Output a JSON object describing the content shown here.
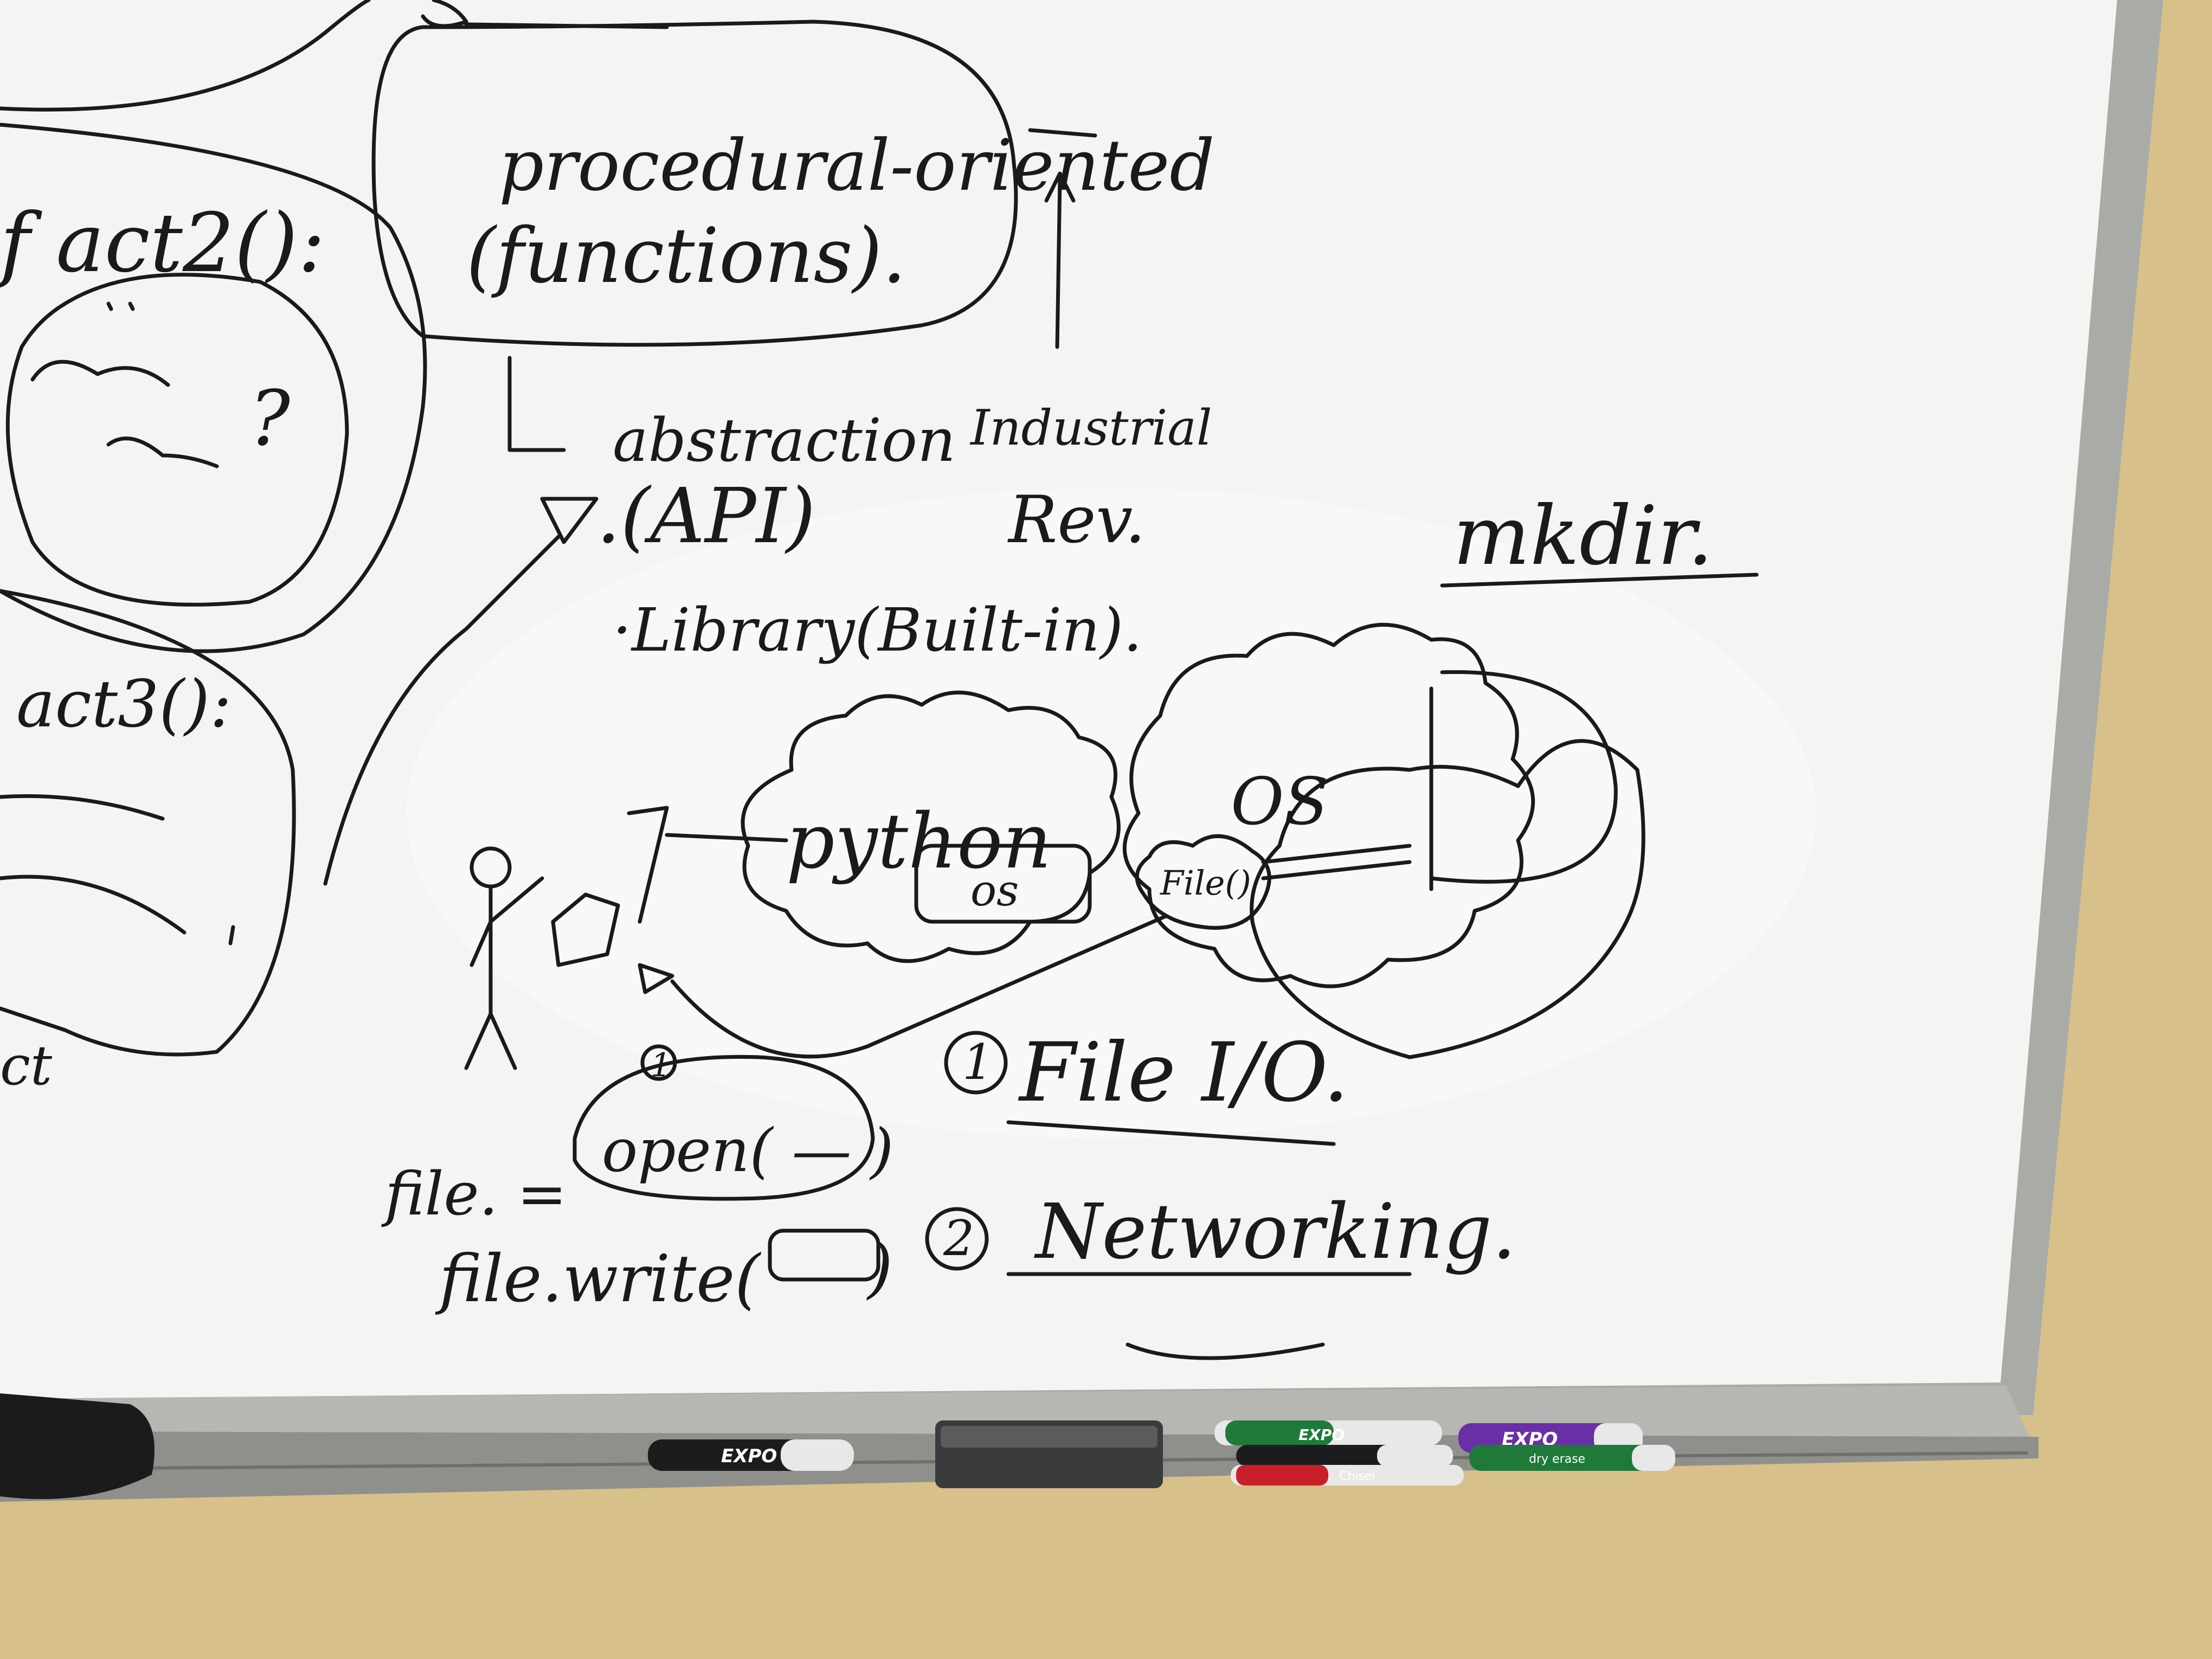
{
  "colors": {
    "wall": "#d8c08a",
    "board": "#f4f5f3",
    "ink": "#1a1a1a",
    "frame": "#a7a9a6",
    "tray": "#b3b4b0"
  },
  "board_text": {
    "procedural": "procedural-oriented",
    "functions": "(functions).",
    "abstraction": "abstraction",
    "api": ".(API)",
    "library": "·Library(Built-in).",
    "industrial": "Industrial",
    "rev": "Rev.",
    "mkdir": "mkdir.",
    "act2": "f act2():",
    "act3": "act3():",
    "ct": "ct",
    "python": "python",
    "os": "OS",
    "os_small": "os",
    "file_cloud": "File()",
    "file_io_num": "1",
    "file_io": "File I/O.",
    "networking_num": "2",
    "networking": "Networking.",
    "circle_one": "1",
    "file_eq": "file. =",
    "open_call": "open( — )",
    "write_call": "file.write(",
    "write_close": ")",
    "question": "?"
  },
  "markers": {
    "expo_label": "EXPO",
    "expo_sub": "dry erase",
    "chisel": "Chisel"
  },
  "icons": {
    "stick_figure": "stick-figure-icon",
    "eraser": "eraser-icon",
    "arrow_up": "arrow-up-icon"
  }
}
